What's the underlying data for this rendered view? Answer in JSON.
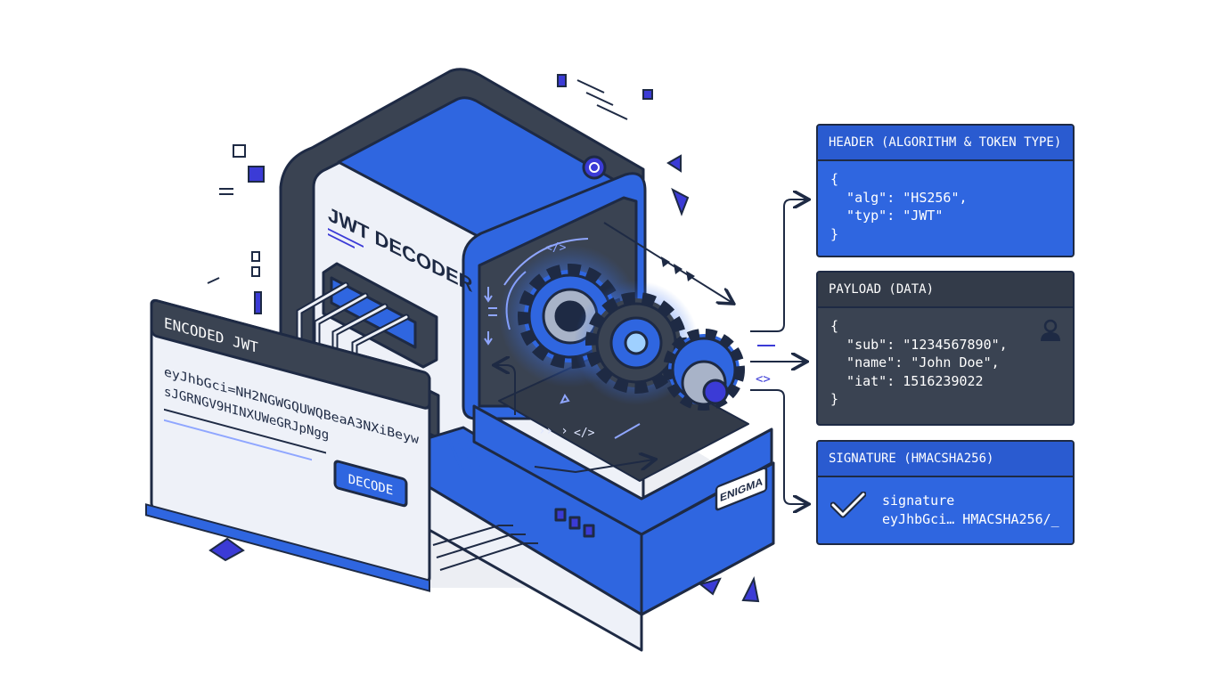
{
  "machine": {
    "title": "JWT DECODER",
    "brand_plate": "ENIGMA"
  },
  "input_card": {
    "title": "ENCODED JWT",
    "token_line1": "eyJhbGci=NH2NGWGQUWQBeaA3NXiBeyw",
    "token_line2": "sJGRNGV9HINXUWeGRJpNgg",
    "button_label": "DECODE"
  },
  "header_panel": {
    "title": "HEADER (ALGORITHM & TOKEN TYPE)",
    "lines": [
      "{",
      "  \"alg\": \"HS256\",",
      "  \"typ\": \"JWT\"",
      "}"
    ]
  },
  "payload_panel": {
    "title": "PAYLOAD (DATA)",
    "lines": [
      "{",
      "  \"sub\": \"1234567890\",",
      "  \"name\": \"John Doe\",",
      "  \"iat\": 1516239022",
      "}"
    ]
  },
  "signature_panel": {
    "title": "SIGNATURE (HMACSHA256)",
    "line1": "signature",
    "line2": "eyJhbGci… HMACSHA256/_"
  },
  "icons": {
    "gear": "gear-icon",
    "user": "user-icon",
    "check": "checkmark-icon",
    "code": "code-brackets-icon",
    "arrow": "arrow-right-icon"
  },
  "colors": {
    "primary_blue": "#2f66e0",
    "dark_slate": "#3a4352",
    "outline": "#1e2a44",
    "accent_purple": "#3b3bd6",
    "light_panel": "#eef1f8"
  }
}
